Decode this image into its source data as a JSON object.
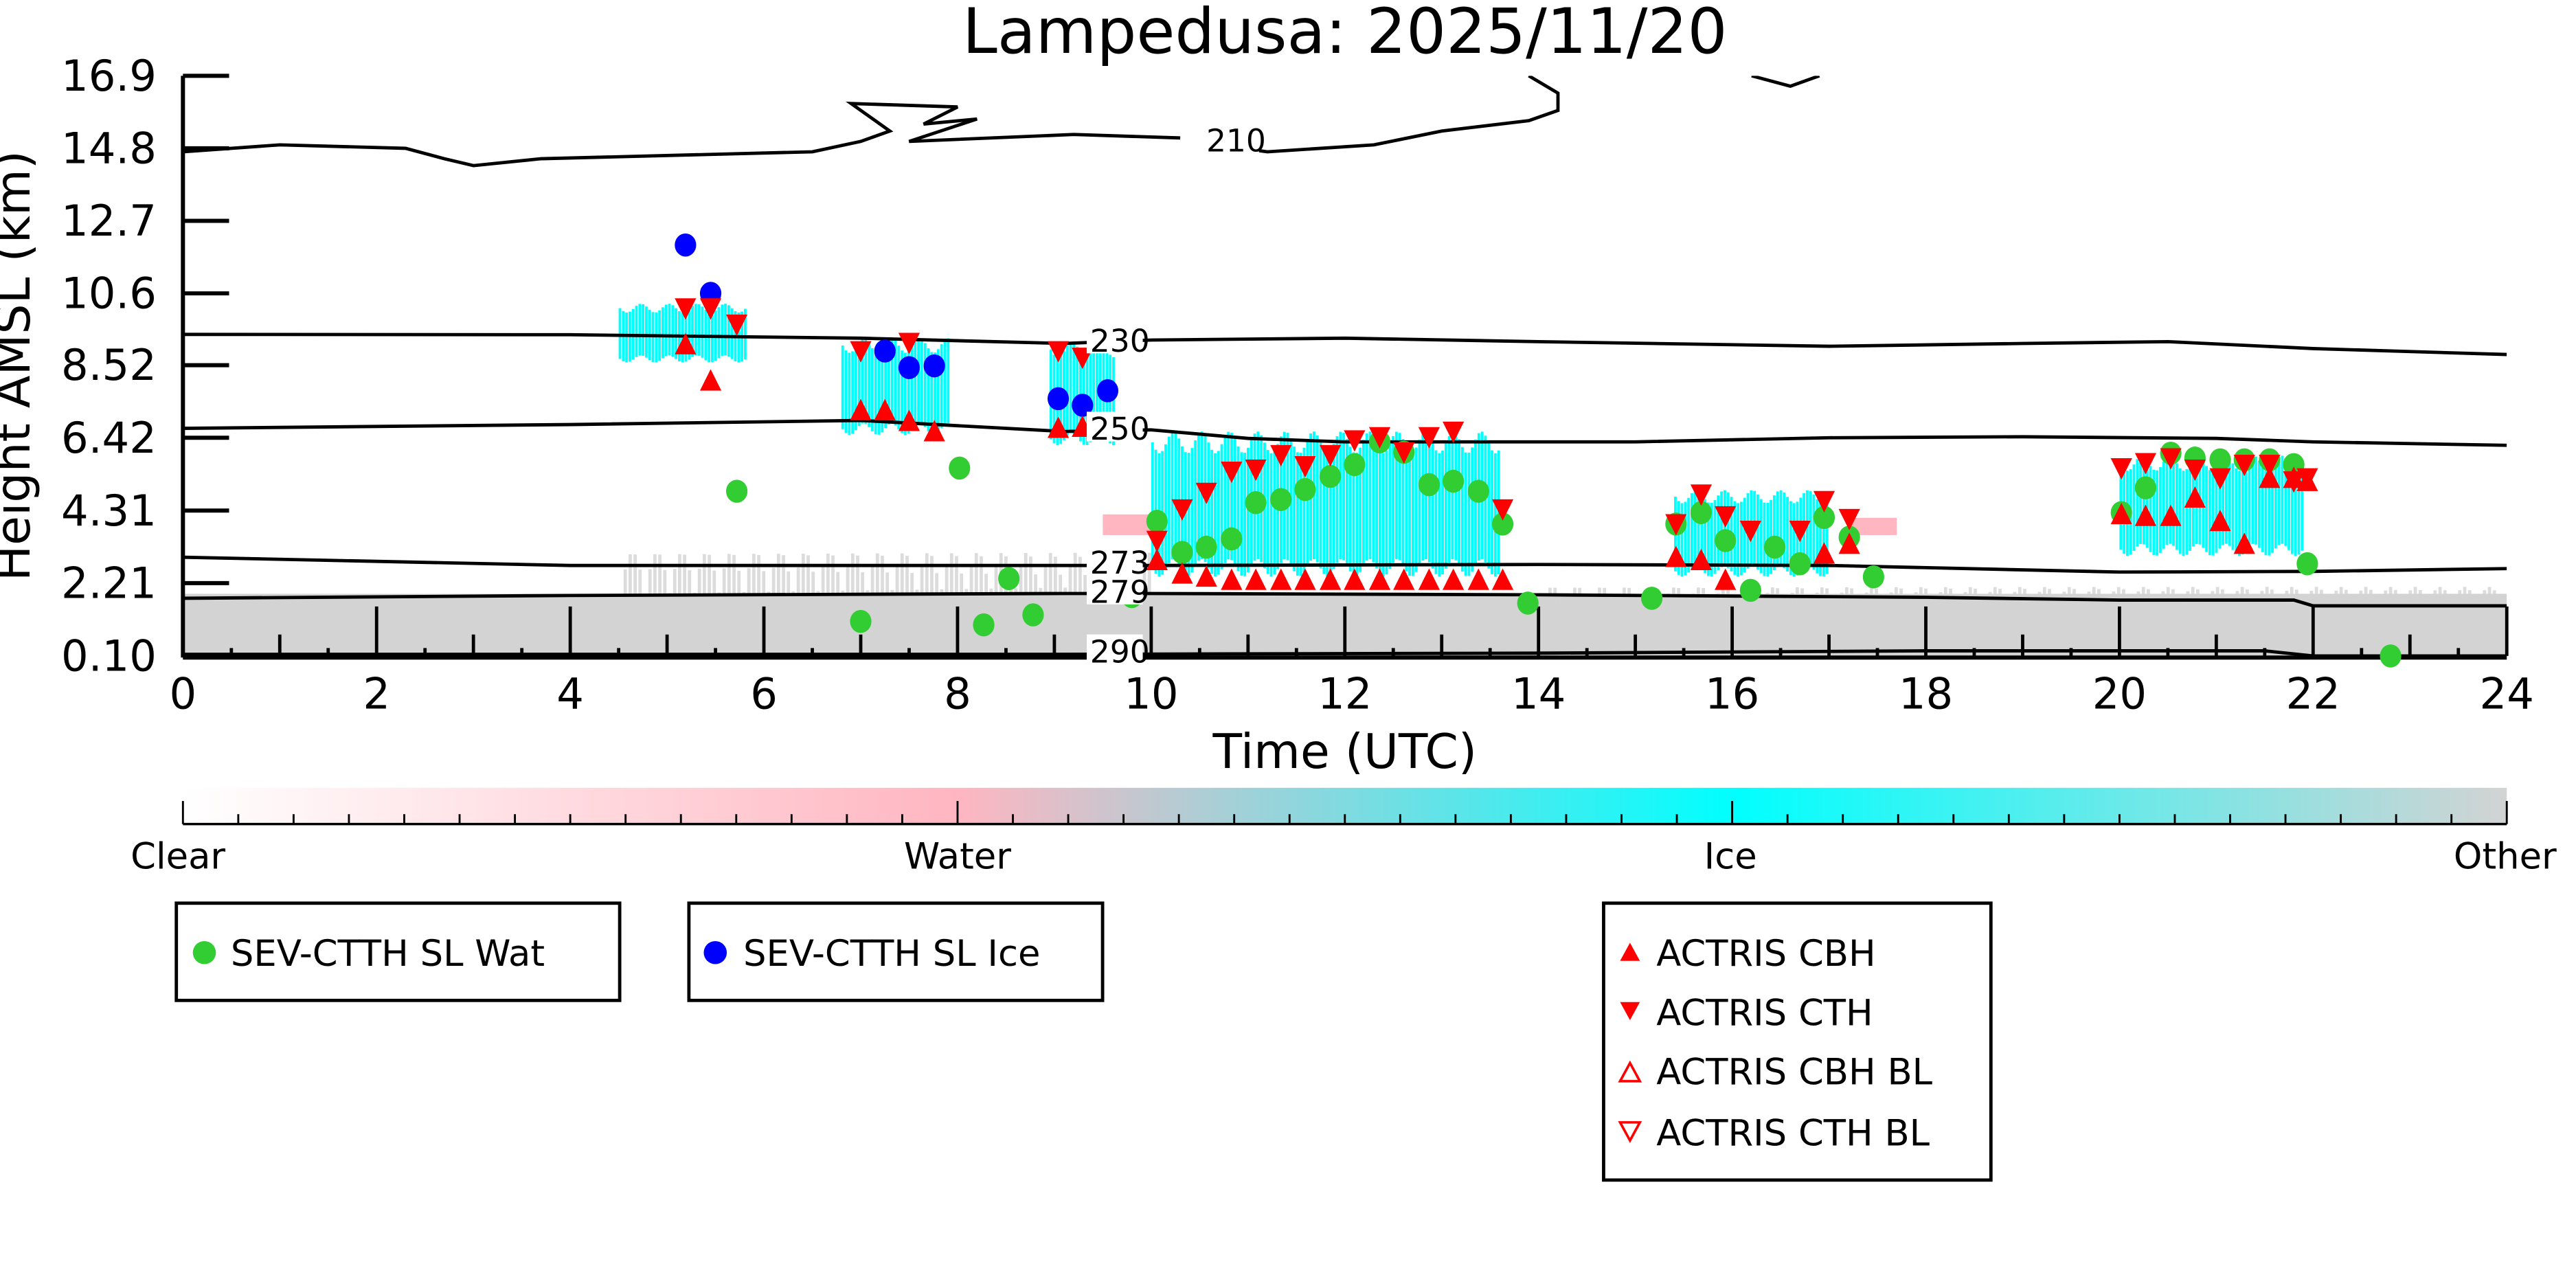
{
  "chart_data": {
    "type": "scatter",
    "title": "Lampedusa: 2025/11/20",
    "xlabel": "Time (UTC)",
    "ylabel": "Height AMSL (km)",
    "xlim": [
      0,
      24
    ],
    "ylim": [
      0.1,
      16.9
    ],
    "x_ticks": [
      "0",
      "2",
      "4",
      "6",
      "8",
      "10",
      "12",
      "14",
      "16",
      "18",
      "20",
      "22",
      "24"
    ],
    "x_tick_values": [
      0,
      2,
      4,
      6,
      8,
      10,
      12,
      14,
      16,
      18,
      20,
      22,
      24
    ],
    "y_ticks": [
      "16.9",
      "14.8",
      "12.7",
      "10.6",
      "8.52",
      "6.42",
      "4.31",
      "2.21",
      "0.10"
    ],
    "y_tick_values": [
      16.9,
      14.8,
      12.7,
      10.6,
      8.52,
      6.42,
      4.31,
      2.21,
      0.1
    ],
    "colorbar": {
      "labels": [
        "Clear",
        "Water",
        "Ice",
        "Other"
      ],
      "colors": [
        "#ffffff",
        "#ffb6c1",
        "#00ffff",
        "#d3d3d3"
      ]
    },
    "classification_patches": [
      {
        "class": "Other",
        "t": [
          0,
          24
        ],
        "h": [
          0.1,
          1.9
        ]
      },
      {
        "class": "Other",
        "t": [
          4.5,
          10
        ],
        "h": [
          1.9,
          3.1
        ]
      },
      {
        "class": "Other",
        "t": [
          14,
          24
        ],
        "h": [
          1.6,
          2.1
        ]
      },
      {
        "class": "Ice",
        "t": [
          4.5,
          5.8
        ],
        "h": [
          8.6,
          10.3
        ]
      },
      {
        "class": "Ice",
        "t": [
          6.8,
          7.9
        ],
        "h": [
          6.5,
          9.3
        ]
      },
      {
        "class": "Ice",
        "t": [
          8.95,
          9.6
        ],
        "h": [
          6.2,
          9.2
        ]
      },
      {
        "class": "Ice",
        "t": [
          10.0,
          13.6
        ],
        "h": [
          2.4,
          6.6
        ]
      },
      {
        "class": "Ice",
        "t": [
          15.4,
          17.0
        ],
        "h": [
          2.4,
          4.9
        ]
      },
      {
        "class": "Ice",
        "t": [
          20.0,
          21.9
        ],
        "h": [
          3.0,
          5.9
        ]
      },
      {
        "class": "Water",
        "t": [
          9.5,
          10.1
        ],
        "h": [
          3.6,
          4.2
        ]
      },
      {
        "class": "Water",
        "t": [
          17.2,
          17.7
        ],
        "h": [
          3.6,
          4.1
        ]
      }
    ],
    "contours": [
      {
        "label": "210",
        "label_at": [
          10.5,
          14.95
        ],
        "points": [
          [
            0,
            14.7
          ],
          [
            1,
            14.9
          ],
          [
            2.3,
            14.8
          ],
          [
            2.7,
            14.5
          ],
          [
            3,
            14.3
          ],
          [
            3.7,
            14.5
          ],
          [
            6.5,
            14.7
          ],
          [
            7,
            15.0
          ],
          [
            7.3,
            15.3
          ],
          [
            6.9,
            16.1
          ],
          [
            8,
            16.0
          ],
          [
            7.65,
            15.5
          ],
          [
            8.2,
            15.65
          ],
          [
            7.5,
            15.0
          ],
          [
            9.2,
            15.2
          ],
          [
            10.3,
            15.1
          ]
        ]
      },
      {
        "label": "",
        "points": [
          [
            10.8,
            14.85
          ],
          [
            11.2,
            14.7
          ],
          [
            12.3,
            14.9
          ],
          [
            13.0,
            15.3
          ],
          [
            13.9,
            15.6
          ],
          [
            14.2,
            15.9
          ],
          [
            14.2,
            16.4
          ],
          [
            13.9,
            16.9
          ]
        ]
      },
      {
        "label": "",
        "points": [
          [
            16.2,
            16.9
          ],
          [
            16.6,
            16.6
          ],
          [
            16.9,
            16.9
          ]
        ]
      },
      {
        "label": "230",
        "label_at": [
          9.3,
          9.15
        ],
        "points": [
          [
            0,
            9.41
          ],
          [
            4,
            9.4
          ],
          [
            7,
            9.3
          ],
          [
            9.1,
            9.15
          ],
          [
            10,
            9.25
          ],
          [
            12,
            9.3
          ],
          [
            14,
            9.2
          ],
          [
            17,
            9.07
          ],
          [
            19,
            9.15
          ],
          [
            20.5,
            9.2
          ],
          [
            22,
            9.0
          ],
          [
            24,
            8.83
          ]
        ]
      },
      {
        "label": "250",
        "label_at": [
          9.3,
          6.6
        ],
        "points": [
          [
            0,
            6.69
          ],
          [
            4,
            6.8
          ],
          [
            7,
            6.92
          ],
          [
            9.1,
            6.6
          ],
          [
            10,
            6.65
          ],
          [
            11,
            6.4
          ],
          [
            12,
            6.3
          ],
          [
            15,
            6.3
          ],
          [
            17,
            6.42
          ],
          [
            19,
            6.45
          ],
          [
            21,
            6.4
          ],
          [
            22,
            6.3
          ],
          [
            24,
            6.2
          ]
        ]
      },
      {
        "label": "273",
        "label_at": [
          9.3,
          2.72
        ],
        "points": [
          [
            0,
            2.96
          ],
          [
            4,
            2.72
          ],
          [
            9.1,
            2.72
          ],
          [
            10,
            2.72
          ],
          [
            14,
            2.75
          ],
          [
            17,
            2.72
          ],
          [
            20,
            2.53
          ],
          [
            22,
            2.55
          ],
          [
            24,
            2.63
          ]
        ]
      },
      {
        "label": "279",
        "label_at": [
          9.3,
          1.88
        ],
        "points": [
          [
            0,
            1.77
          ],
          [
            4,
            1.85
          ],
          [
            9.1,
            1.91
          ],
          [
            10,
            1.91
          ],
          [
            14,
            1.87
          ],
          [
            18,
            1.8
          ],
          [
            20,
            1.72
          ],
          [
            21.8,
            1.72
          ],
          [
            22,
            1.55
          ],
          [
            24,
            1.55
          ]
        ]
      },
      {
        "label": "290",
        "label_at": [
          9.3,
          0.15
        ],
        "points": [
          [
            0,
            0.15
          ],
          [
            9,
            0.15
          ],
          [
            14,
            0.18
          ],
          [
            18,
            0.25
          ],
          [
            21.5,
            0.25
          ],
          [
            22,
            0.1
          ],
          [
            24,
            0.1
          ]
        ]
      }
    ],
    "series": [
      {
        "name": "SEV-CTTH SL Wat",
        "marker": "circle",
        "color": "#32cd32",
        "points": [
          [
            5.72,
            4.87
          ],
          [
            7.0,
            1.1
          ],
          [
            8.02,
            5.54
          ],
          [
            8.27,
            1.0
          ],
          [
            8.53,
            2.34
          ],
          [
            8.78,
            1.29
          ],
          [
            9.8,
            1.82
          ],
          [
            10.06,
            4.0
          ],
          [
            10.32,
            3.1
          ],
          [
            10.57,
            3.25
          ],
          [
            10.83,
            3.49
          ],
          [
            11.08,
            4.54
          ],
          [
            11.34,
            4.63
          ],
          [
            11.59,
            4.92
          ],
          [
            11.85,
            5.3
          ],
          [
            12.1,
            5.64
          ],
          [
            12.36,
            6.3
          ],
          [
            12.61,
            6.0
          ],
          [
            12.87,
            5.06
          ],
          [
            13.12,
            5.16
          ],
          [
            13.38,
            4.87
          ],
          [
            13.63,
            3.92
          ],
          [
            13.89,
            1.63
          ],
          [
            15.17,
            1.77
          ],
          [
            15.42,
            3.92
          ],
          [
            15.68,
            4.25
          ],
          [
            15.93,
            3.44
          ],
          [
            16.19,
            2.0
          ],
          [
            16.44,
            3.25
          ],
          [
            16.7,
            2.77
          ],
          [
            16.95,
            4.11
          ],
          [
            17.21,
            3.54
          ],
          [
            17.46,
            2.39
          ],
          [
            20.02,
            4.25
          ],
          [
            20.27,
            4.97
          ],
          [
            20.53,
            5.97
          ],
          [
            20.78,
            5.83
          ],
          [
            21.04,
            5.78
          ],
          [
            21.29,
            5.78
          ],
          [
            21.55,
            5.78
          ],
          [
            21.8,
            5.64
          ],
          [
            21.94,
            2.77
          ],
          [
            22.8,
            0.1
          ]
        ]
      },
      {
        "name": "SEV-CTTH SL Ice",
        "marker": "circle",
        "color": "#0000ff",
        "points": [
          [
            5.19,
            12.0
          ],
          [
            5.45,
            10.6
          ],
          [
            7.25,
            8.93
          ],
          [
            7.5,
            8.45
          ],
          [
            7.76,
            8.5
          ],
          [
            9.04,
            7.55
          ],
          [
            9.29,
            7.36
          ],
          [
            9.55,
            7.78
          ]
        ]
      },
      {
        "name": "ACTRIS CBH",
        "marker": "triangle-up",
        "color": "#ff0000",
        "points": [
          [
            5.19,
            9.12
          ],
          [
            5.45,
            8.07
          ],
          [
            7.0,
            7.21
          ],
          [
            7.25,
            7.21
          ],
          [
            7.5,
            6.9
          ],
          [
            7.76,
            6.6
          ],
          [
            9.04,
            6.7
          ],
          [
            9.29,
            6.73
          ],
          [
            10.06,
            2.87
          ],
          [
            10.32,
            2.48
          ],
          [
            10.57,
            2.39
          ],
          [
            10.83,
            2.3
          ],
          [
            11.08,
            2.3
          ],
          [
            11.34,
            2.3
          ],
          [
            11.59,
            2.3
          ],
          [
            11.85,
            2.3
          ],
          [
            12.1,
            2.3
          ],
          [
            12.36,
            2.3
          ],
          [
            12.61,
            2.3
          ],
          [
            12.87,
            2.3
          ],
          [
            13.12,
            2.3
          ],
          [
            13.38,
            2.3
          ],
          [
            13.63,
            2.3
          ],
          [
            15.42,
            2.96
          ],
          [
            15.68,
            2.87
          ],
          [
            15.93,
            2.3
          ],
          [
            16.95,
            3.06
          ],
          [
            17.21,
            3.34
          ],
          [
            20.02,
            4.2
          ],
          [
            20.27,
            4.15
          ],
          [
            20.53,
            4.15
          ],
          [
            20.78,
            4.68
          ],
          [
            21.04,
            4.0
          ],
          [
            21.29,
            3.34
          ],
          [
            21.55,
            5.25
          ],
          [
            21.8,
            5.25
          ],
          [
            21.94,
            5.16
          ]
        ]
      },
      {
        "name": "ACTRIS CTH",
        "marker": "triangle-down",
        "color": "#ff0000",
        "points": [
          [
            5.19,
            10.17
          ],
          [
            5.45,
            10.17
          ],
          [
            5.72,
            9.7
          ],
          [
            7.0,
            8.93
          ],
          [
            7.5,
            9.17
          ],
          [
            9.04,
            8.93
          ],
          [
            9.29,
            8.74
          ],
          [
            10.06,
            3.44
          ],
          [
            10.32,
            4.35
          ],
          [
            10.57,
            4.83
          ],
          [
            10.83,
            5.44
          ],
          [
            11.08,
            5.5
          ],
          [
            11.34,
            5.92
          ],
          [
            11.59,
            5.6
          ],
          [
            11.85,
            5.92
          ],
          [
            12.1,
            6.35
          ],
          [
            12.36,
            6.44
          ],
          [
            12.61,
            6.0
          ],
          [
            12.87,
            6.44
          ],
          [
            13.12,
            6.6
          ],
          [
            13.63,
            4.35
          ],
          [
            15.42,
            3.92
          ],
          [
            15.68,
            4.78
          ],
          [
            15.93,
            4.15
          ],
          [
            16.19,
            3.73
          ],
          [
            16.7,
            3.73
          ],
          [
            16.95,
            4.59
          ],
          [
            17.21,
            4.07
          ],
          [
            20.02,
            5.54
          ],
          [
            20.27,
            5.69
          ],
          [
            20.53,
            5.83
          ],
          [
            20.78,
            5.5
          ],
          [
            21.04,
            5.25
          ],
          [
            21.29,
            5.64
          ],
          [
            21.55,
            5.64
          ],
          [
            21.8,
            5.16
          ],
          [
            21.94,
            5.25
          ]
        ]
      },
      {
        "name": "ACTRIS CBH BL",
        "marker": "triangle-up-open",
        "color": "#ff0000",
        "points": []
      },
      {
        "name": "ACTRIS CTH BL",
        "marker": "triangle-down-open",
        "color": "#ff0000",
        "points": []
      }
    ]
  },
  "legend": {
    "box1": [
      "SEV-CTTH SL Wat"
    ],
    "box2": [
      "SEV-CTTH SL Ice"
    ],
    "box3": [
      "ACTRIS CBH",
      "ACTRIS CTH",
      "ACTRIS CBH BL",
      "ACTRIS CTH BL"
    ]
  }
}
